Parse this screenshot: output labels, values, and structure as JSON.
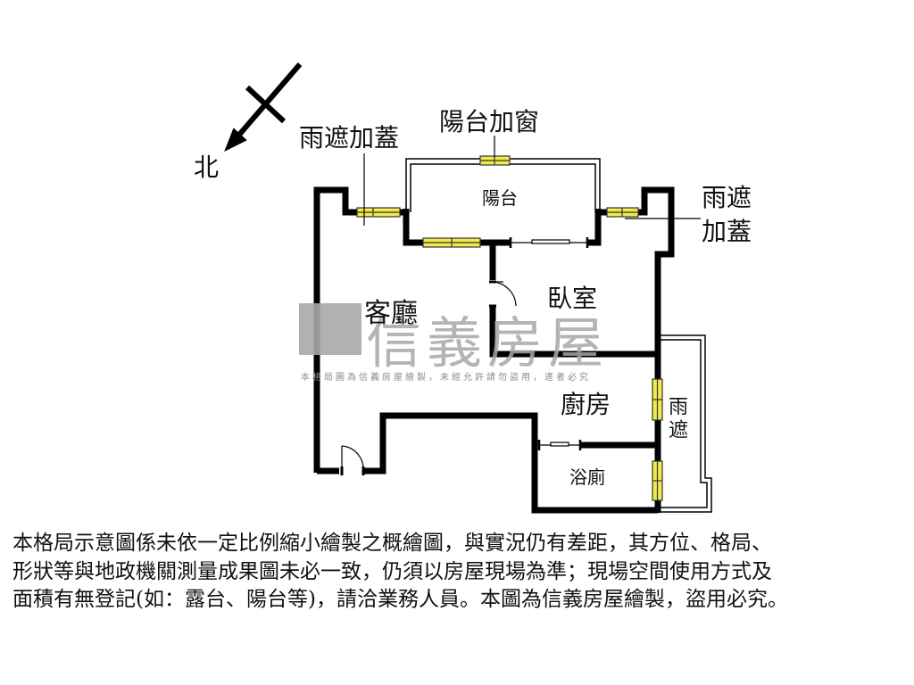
{
  "compass": {
    "north_label": "北",
    "icon": "north-arrow-icon"
  },
  "rooms": {
    "living_room": "客廳",
    "bedroom": "臥室",
    "balcony": "陽台",
    "kitchen": "廚房",
    "bathroom": "浴廁"
  },
  "annotations": {
    "rain_cover_left": "雨遮加蓋",
    "balcony_window": "陽台加窗",
    "rain_cover_right_line1": "雨遮",
    "rain_cover_right_line2": "加蓋",
    "rain_cover_side": "雨遮"
  },
  "watermark": {
    "brand": "信義房屋",
    "notice": "本格局圖為信義房屋繪製，未經允許請勿盜用，違者必究"
  },
  "disclaimer": {
    "lines": [
      "本格局示意圖係未依一定比例縮小繪製之概繪圖，與實況仍有差距，其方位、格局、",
      "形狀等與地政機關測量成果圖未必一致，仍須以房屋現場為準；現場空間使用方式及",
      "面積有無登記(如：露台、陽台等)，請洽業務人員。本圖為信義房屋繪製，盜用必究。"
    ]
  },
  "colors": {
    "wall": "#000000",
    "window_fill": "#f2ea4a",
    "background": "#ffffff",
    "watermark": "#a8a8a8"
  }
}
